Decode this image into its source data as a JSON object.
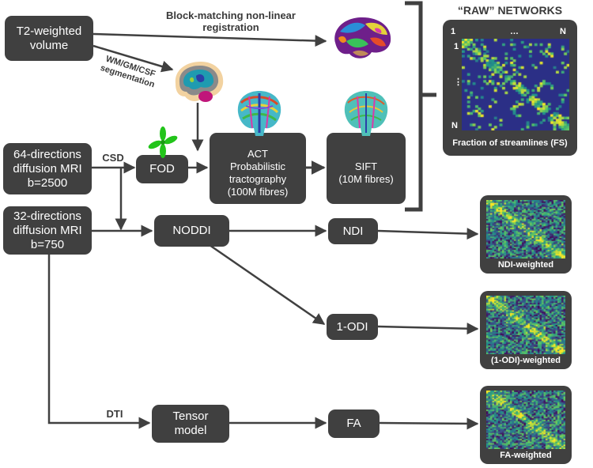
{
  "inputs": {
    "t2": "T2-weighted\nvolume",
    "dmri64": "64-directions\ndiffusion MRI\nb=2500",
    "dmri32": "32-directions\ndiffusion MRI\nb=750"
  },
  "steps": {
    "fod": "FOD",
    "act": "ACT\nProbabilistic\ntractography\n(100M fibres)",
    "sift": "SIFT\n(10M fibres)",
    "noddi": "NODDI",
    "ndi": "NDI",
    "odi": "1-ODI",
    "tensor": "Tensor\nmodel",
    "fa": "FA"
  },
  "edge_labels": {
    "registration": "Block-matching non-linear\nregistration",
    "segmentation": "WM/GM/CSF\nsegmentation",
    "csd": "CSD",
    "dti": "DTI"
  },
  "raw_networks": {
    "title": "“RAW” NETWORKS",
    "tick_first": "1",
    "tick_dots_h": "…",
    "tick_dots_v": "⋮",
    "tick_last": "N",
    "caption": "Fraction of streamlines (FS)"
  },
  "weighted_networks": {
    "ndi": "NDI-weighted",
    "odi": "(1-ODI)-weighted",
    "fa": "FA-weighted"
  },
  "colors": {
    "box": "#404040",
    "arrow": "#404040",
    "fod_glyph": "#22c41a",
    "matrix_bg": "#2b2f86",
    "wm": "#1f9bb0",
    "gm": "#8a8a8a",
    "csf": "#9bd13a",
    "accent": "#c0167a"
  },
  "icons": [
    "brain-atlas-icon",
    "segmented-brain-icon",
    "fod-glyph-icon",
    "tractography-brain-icon",
    "sift-brain-icon"
  ]
}
